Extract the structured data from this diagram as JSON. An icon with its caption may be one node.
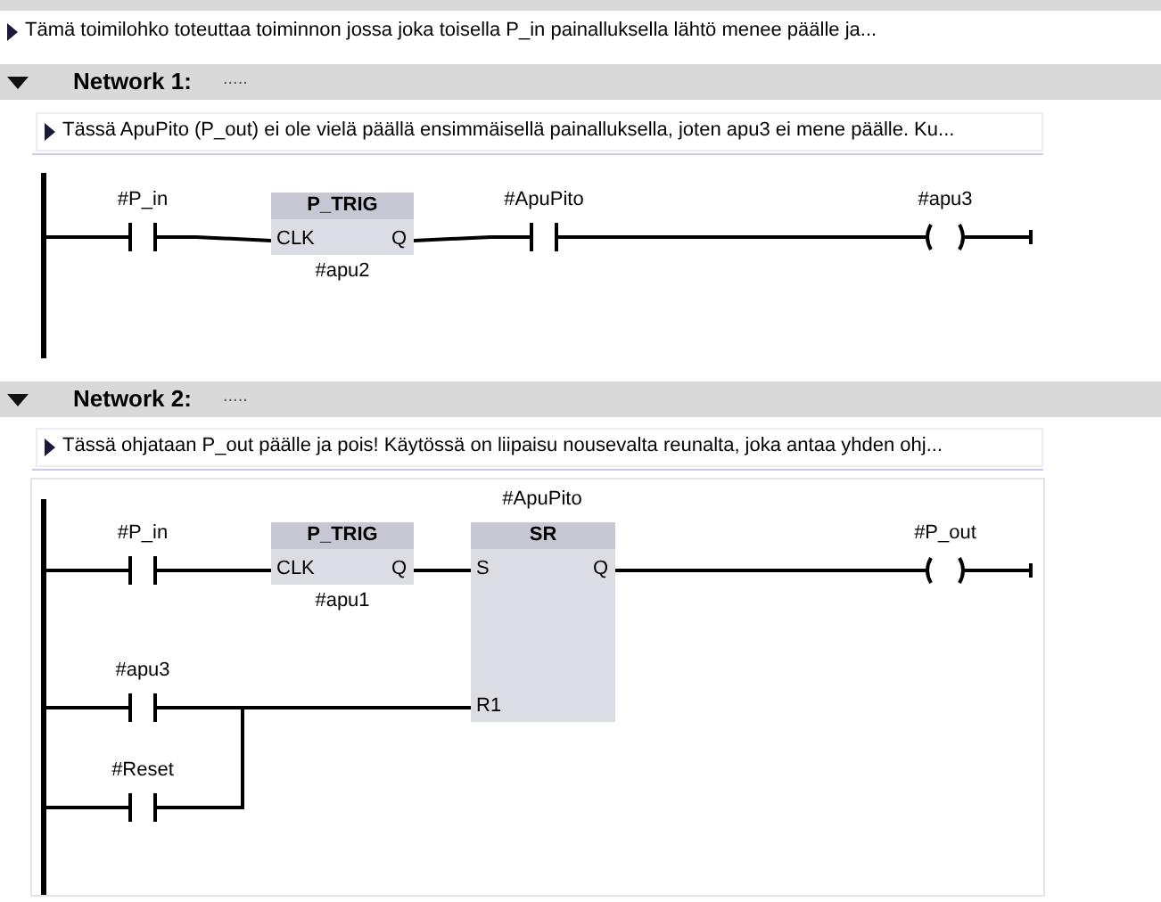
{
  "diagram": {
    "nodes": [
      {
        "text": [
          "Tämä toimilohko toteuttaa toiminnon jossa joka toisella P_in painalluksella lähtö menee päälle ja..."
        ]
      },
      {
        "text": [
          "Network 1:",
          "....."
        ]
      },
      {
        "text": [
          "Tässä ApuPito (P_out) ei ole vielä päällä ensimmäisellä painalluksella, joten apu3 ei mene päälle. Ku..."
        ]
      },
      {
        "text": [],
        "shape": "bar"
      },
      {
        "text": [
          "#P_in"
        ]
      },
      {
        "text": [
          "P_TRIG",
          "CLK",
          "Q"
        ],
        "beside": [
          "#apu2"
        ]
      },
      {
        "text": [
          "#ApuPito"
        ]
      },
      {
        "text": [
          "#apu3"
        ]
      },
      {
        "text": [
          "Network 2:",
          "....."
        ]
      },
      {
        "text": [
          "Tässä ohjataan P_out päälle ja pois! Käytössä on liipaisu nousevalta reunalta, joka antaa yhden ohj..."
        ]
      },
      {
        "text": [],
        "shape": "bar"
      },
      {
        "text": [
          "#P_in"
        ]
      },
      {
        "text": [
          "P_TRIG",
          "CLK",
          "Q"
        ],
        "beside": [
          "#apu1"
        ]
      },
      {
        "text": [
          "SR",
          "S",
          "Q",
          "R1"
        ],
        "beside": [
          "#ApuPito"
        ]
      },
      {
        "text": [
          "#P_out"
        ]
      },
      {
        "text": [
          "#apu3"
        ]
      },
      {
        "text": [
          "#Reset"
        ]
      }
    ],
    "edges": [
      {
        "from": 3,
        "to": 4,
        "arrow": "none"
      },
      {
        "from": 4,
        "to": 5,
        "arrow": "none"
      },
      {
        "from": 5,
        "to": 6,
        "arrow": "none"
      },
      {
        "from": 6,
        "to": 7,
        "arrow": "none"
      },
      {
        "from": 10,
        "to": 11,
        "arrow": "none"
      },
      {
        "from": 11,
        "to": 12,
        "arrow": "none"
      },
      {
        "from": 12,
        "to": 13,
        "arrow": "none"
      },
      {
        "from": 13,
        "to": 14,
        "arrow": "none"
      },
      {
        "from": 10,
        "to": 15,
        "arrow": "none"
      },
      {
        "from": 10,
        "to": 16,
        "arrow": "none"
      },
      {
        "from": 15,
        "to": 13,
        "arrow": "none"
      },
      {
        "from": 16,
        "to": 13,
        "arrow": "none"
      }
    ]
  }
}
